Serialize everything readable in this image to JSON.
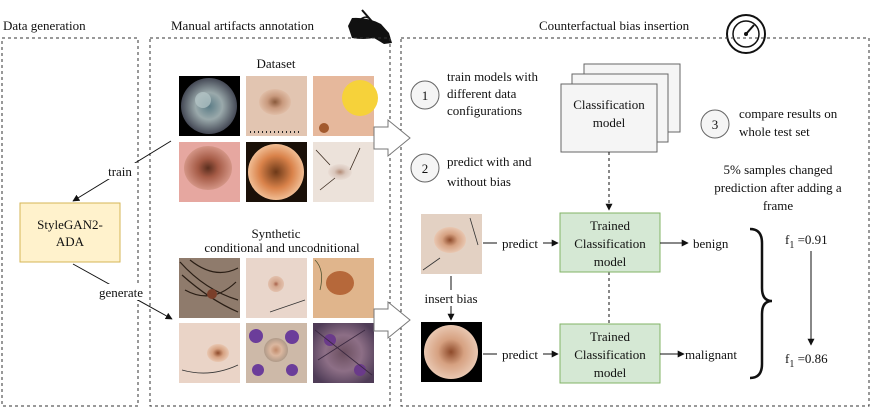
{
  "sections": {
    "data_generation": "Data generation",
    "manual_annotation": "Manual artifacts annotation",
    "bias_insertion": "Counterfactual bias insertion"
  },
  "generator": {
    "line1": "StyleGAN2-",
    "line2": "ADA"
  },
  "edges": {
    "train": "train",
    "generate": "generate",
    "predict_top": "predict",
    "predict_bottom": "predict",
    "insert_bias": "insert bias"
  },
  "dataset": {
    "title": "Dataset",
    "synthetic_line1": "Synthetic",
    "synthetic_line2": "conditional and uncodnitional"
  },
  "steps": [
    {
      "number": "1",
      "line1": "train models with",
      "line2": "different data",
      "line3": "configurations"
    },
    {
      "number": "2",
      "line1": "predict with and",
      "line2": "without bias"
    },
    {
      "number": "3",
      "line1": "compare results on",
      "line2": "whole test set"
    }
  ],
  "classification_model": {
    "line1": "Classification",
    "line2": "model"
  },
  "trained_model": {
    "line1": "Trained",
    "line2": "Classification",
    "line3": "model"
  },
  "outputs": {
    "top": "benign",
    "bottom": "malignant"
  },
  "result_note": {
    "line1": "5% samples changed",
    "line2": "prediction after adding a",
    "line3": "frame"
  },
  "scores": {
    "top_symbol": "f",
    "top_sub": "1",
    "top_value": " =0.91",
    "bottom_symbol": "f",
    "bottom_sub": "1",
    "bottom_value": " =0.86"
  },
  "colors": {
    "yellow_fill": "#fff2cc",
    "yellow_stroke": "#d6b656",
    "green_fill": "#d5e8d4",
    "green_stroke": "#82b366",
    "gray_fill": "#f5f5f5",
    "gray_stroke": "#666666"
  },
  "icons": {
    "annotation": "hand-writing-icon",
    "bias": "gauge-icon"
  }
}
